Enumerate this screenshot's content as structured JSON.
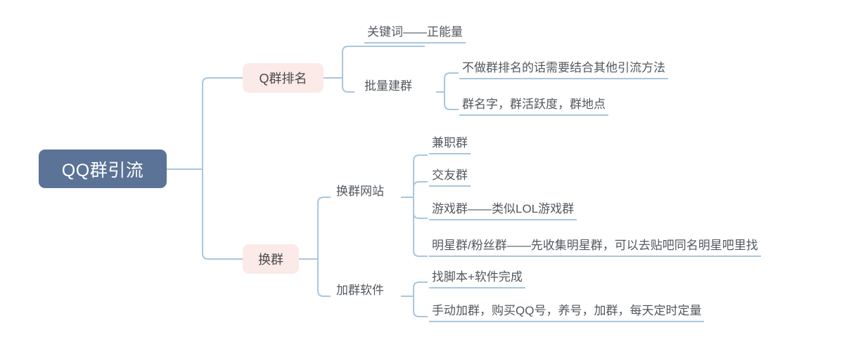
{
  "diagram": {
    "type": "mindmap",
    "title": "QQ群引流",
    "colors": {
      "root_bg": "#5b7396",
      "root_text": "#ffffff",
      "branch_bg": "#fbeae8",
      "branch_text": "#4a4a4a",
      "connector": "#a9c6dd",
      "underline": "#a9c6dd",
      "leaf_text": "#53585e",
      "background": "#ffffff"
    }
  },
  "root": {
    "label": "QQ群引流"
  },
  "branches": [
    {
      "label": "Q群排名",
      "children": [
        {
          "label": "关键词——正能量",
          "children": []
        },
        {
          "label": "批量建群",
          "children": [
            {
              "label": "不做群排名的话需要结合其他引流方法"
            },
            {
              "label": "群名字，群活跃度，群地点"
            }
          ]
        }
      ]
    },
    {
      "label": "换群",
      "children": [
        {
          "label": "换群网站",
          "children": [
            {
              "label": "兼职群"
            },
            {
              "label": "交友群"
            },
            {
              "label": "游戏群——类似LOL游戏群"
            },
            {
              "label": "明星群/粉丝群——先收集明星群，可以去贴吧同名明星吧里找"
            }
          ]
        },
        {
          "label": "加群软件",
          "children": [
            {
              "label": "找脚本+软件完成"
            },
            {
              "label": "手动加群，购买QQ号，养号，加群，每天定时定量"
            }
          ]
        }
      ]
    }
  ]
}
